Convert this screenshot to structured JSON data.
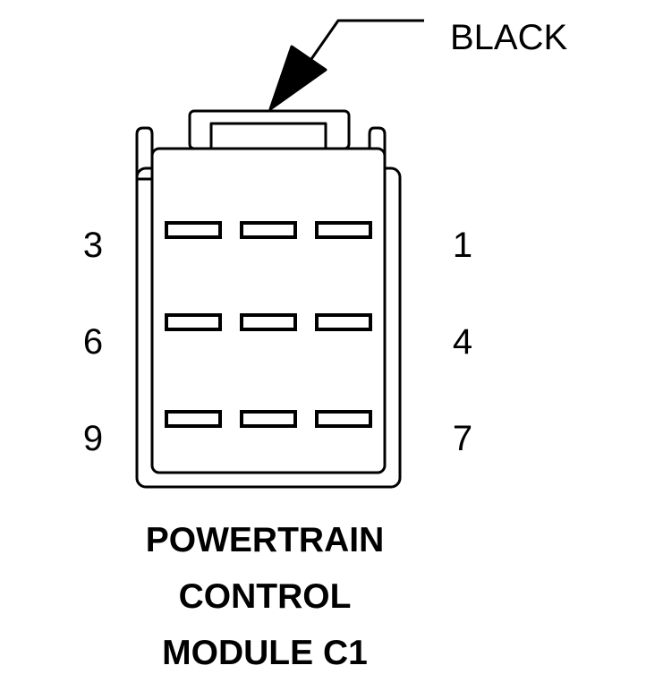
{
  "connector": {
    "wire_color": "BLACK",
    "title_lines": [
      "POWERTRAIN",
      "CONTROL",
      "MODULE C1"
    ],
    "pin_labels": {
      "row1_left": "3",
      "row1_right": "1",
      "row2_left": "6",
      "row2_right": "4",
      "row3_left": "9",
      "row3_right": "7"
    },
    "terminal_rows": 3,
    "terminals_per_row": 3
  }
}
